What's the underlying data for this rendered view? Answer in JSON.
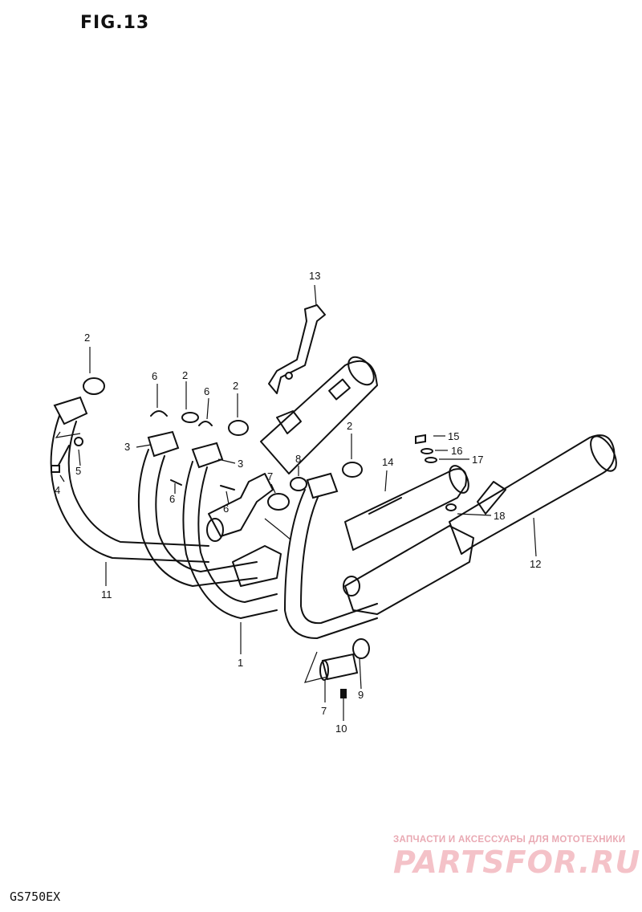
{
  "figure": {
    "title": "FIG.13"
  },
  "model": "GS750EX",
  "watermark": {
    "tagline": "ЗАПЧАСТИ И АКСЕССУАРЫ ДЛЯ МОТОТЕХНИКИ",
    "brand": "PARTSFOR.RU",
    "color": "#f4c2c8"
  },
  "callouts": {
    "c1": "1",
    "c2a": "2",
    "c2b": "2",
    "c2c": "2",
    "c2d": "2",
    "c3a": "3",
    "c3b": "3",
    "c4": "4",
    "c5": "5",
    "c6a": "6",
    "c6b": "6",
    "c6c": "6",
    "c6d": "6",
    "c7a": "7",
    "c7b": "7",
    "c8": "8",
    "c9": "9",
    "c10": "10",
    "c11": "11",
    "c12": "12",
    "c13": "13",
    "c14": "14",
    "c15": "15",
    "c16": "16",
    "c17": "17",
    "c18": "18"
  }
}
